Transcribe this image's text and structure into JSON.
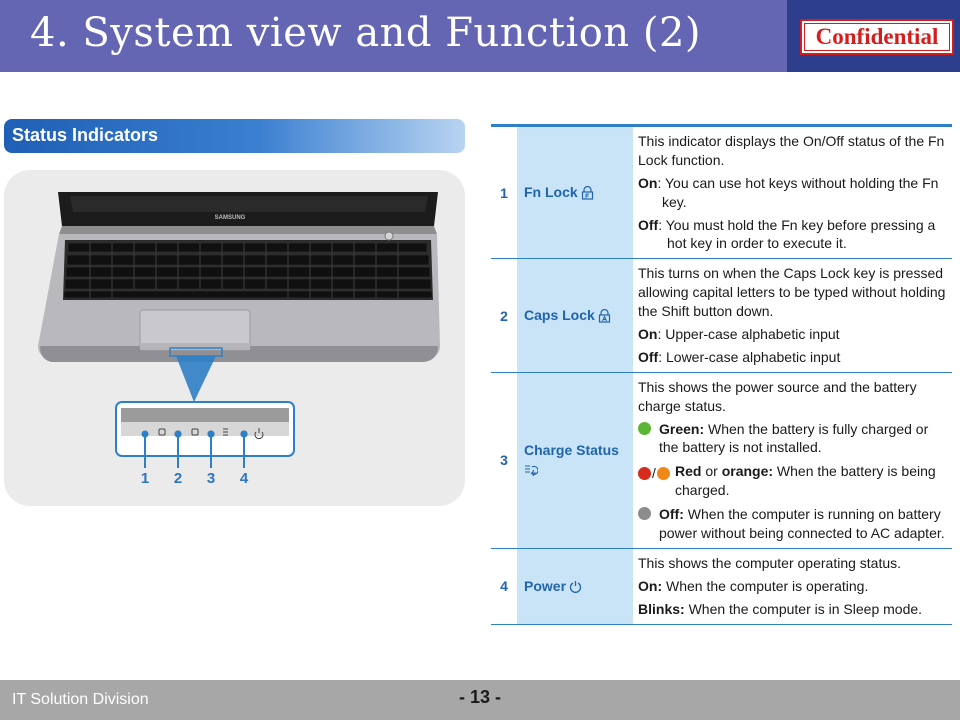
{
  "header": {
    "title": "4. System view and Function (2)",
    "confidential_label": "Confidential"
  },
  "section": {
    "title": "Status Indicators"
  },
  "illustration": {
    "brand": "SAMSUNG",
    "callouts": [
      "1",
      "2",
      "3",
      "4"
    ]
  },
  "table": {
    "rows": [
      {
        "num": "1",
        "name": "Fn Lock",
        "icon": "fn-lock-icon",
        "desc": [
          {
            "text": "This indicator displays the On/Off status of the Fn Lock function."
          },
          {
            "bold": "On",
            "text": ": You can use hot keys without holding the Fn key."
          },
          {
            "bold": "Off",
            "text": ": You must hold the Fn key before pressing a hot key in order to execute it."
          }
        ]
      },
      {
        "num": "2",
        "name": "Caps Lock",
        "icon": "caps-lock-icon",
        "desc": [
          {
            "text": "This turns on when the Caps Lock key is pressed allowing capital letters to be typed without holding the Shift button down."
          },
          {
            "bold": "On",
            "text": ": Upper-case alphabetic input"
          },
          {
            "bold": "Off",
            "text": ": Lower-case alphabetic input"
          }
        ]
      },
      {
        "num": "3",
        "name": "Charge Status",
        "icon": "charge-status-icon",
        "intro": "This shows the power source and the battery charge status.",
        "items": [
          {
            "colors": [
              "#5cb534"
            ],
            "bold": "Green:",
            "text": " When the battery is fully charged or the battery is not installed."
          },
          {
            "colors": [
              "#d72c1d",
              "#f08719"
            ],
            "bold": "Red",
            "mid": " or ",
            "bold2": "orange:",
            "text": " When the battery is being charged."
          },
          {
            "colors": [
              "#8c8c8c"
            ],
            "bold": "Off:",
            "text": " When the computer is running on battery power without being connected to AC adapter."
          }
        ]
      },
      {
        "num": "4",
        "name": "Power",
        "icon": "power-icon",
        "desc": [
          {
            "text": "This shows the computer operating status."
          },
          {
            "bold": "On:",
            "text": " When the computer is operating."
          },
          {
            "bold": "Blinks:",
            "text": " When the computer is in Sleep mode."
          }
        ]
      }
    ]
  },
  "footer": {
    "division": "IT Solution Division",
    "page": "- 13 -"
  }
}
